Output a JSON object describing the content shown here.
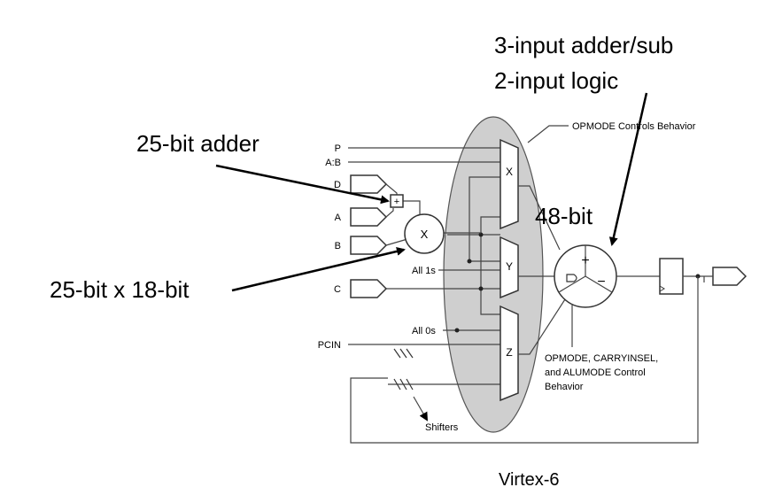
{
  "annotations": {
    "adder_sub": "3-input adder/sub",
    "logic": "2-input logic",
    "adder25": "25-bit adder",
    "width48": "48-bit",
    "mult": "25-bit x 18-bit",
    "device": "Virtex-6"
  },
  "inputs": {
    "p": "P",
    "ab": "A:B",
    "d": "D",
    "a": "A",
    "b": "B",
    "c": "C",
    "pcin": "PCIN"
  },
  "labels": {
    "opmode": "OPMODE Controls Behavior",
    "all1s": "All 1s",
    "all0s": "All 0s",
    "shifters": "Shifters",
    "alu_ctrl_1": "OPMODE, CARRYINSEL,",
    "alu_ctrl_2": "and ALUMODE Control",
    "alu_ctrl_3": "Behavior"
  },
  "mux_labels": {
    "x": "X",
    "y": "Y",
    "z": "Z"
  },
  "symbols": {
    "mult": "X",
    "preadd": "+",
    "alu_plus": "+",
    "alu_minus": "−"
  }
}
